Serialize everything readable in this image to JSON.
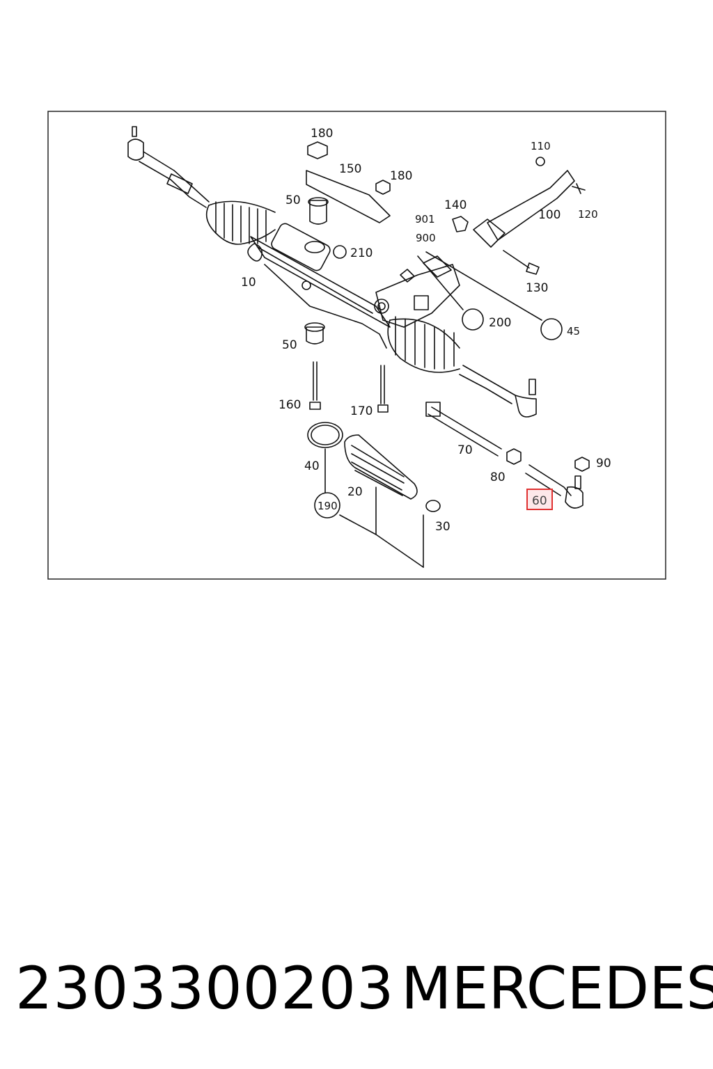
{
  "diagram": {
    "callouts": [
      {
        "id": "c180a",
        "label": "180"
      },
      {
        "id": "c150",
        "label": "150"
      },
      {
        "id": "c180b",
        "label": "180"
      },
      {
        "id": "c110",
        "label": "110"
      },
      {
        "id": "c120",
        "label": "120"
      },
      {
        "id": "c100",
        "label": "100"
      },
      {
        "id": "c140",
        "label": "140"
      },
      {
        "id": "c50a",
        "label": "50"
      },
      {
        "id": "c901",
        "label": "901"
      },
      {
        "id": "c900",
        "label": "900"
      },
      {
        "id": "c210",
        "label": "210"
      },
      {
        "id": "c10",
        "label": "10"
      },
      {
        "id": "c130",
        "label": "130"
      },
      {
        "id": "c200",
        "label": "200"
      },
      {
        "id": "c45",
        "label": "45"
      },
      {
        "id": "c50b",
        "label": "50"
      },
      {
        "id": "c160",
        "label": "160"
      },
      {
        "id": "c170",
        "label": "170"
      },
      {
        "id": "c70",
        "label": "70"
      },
      {
        "id": "c40",
        "label": "40"
      },
      {
        "id": "c80",
        "label": "80"
      },
      {
        "id": "c90",
        "label": "90"
      },
      {
        "id": "c20",
        "label": "20"
      },
      {
        "id": "c60",
        "label": "60"
      },
      {
        "id": "c190",
        "label": "190"
      },
      {
        "id": "c30",
        "label": "30"
      }
    ],
    "highlighted_part": "60",
    "highlight_color": "#e03030"
  },
  "footer": {
    "part_number": "2303300203",
    "brand": "MERCEDES"
  }
}
